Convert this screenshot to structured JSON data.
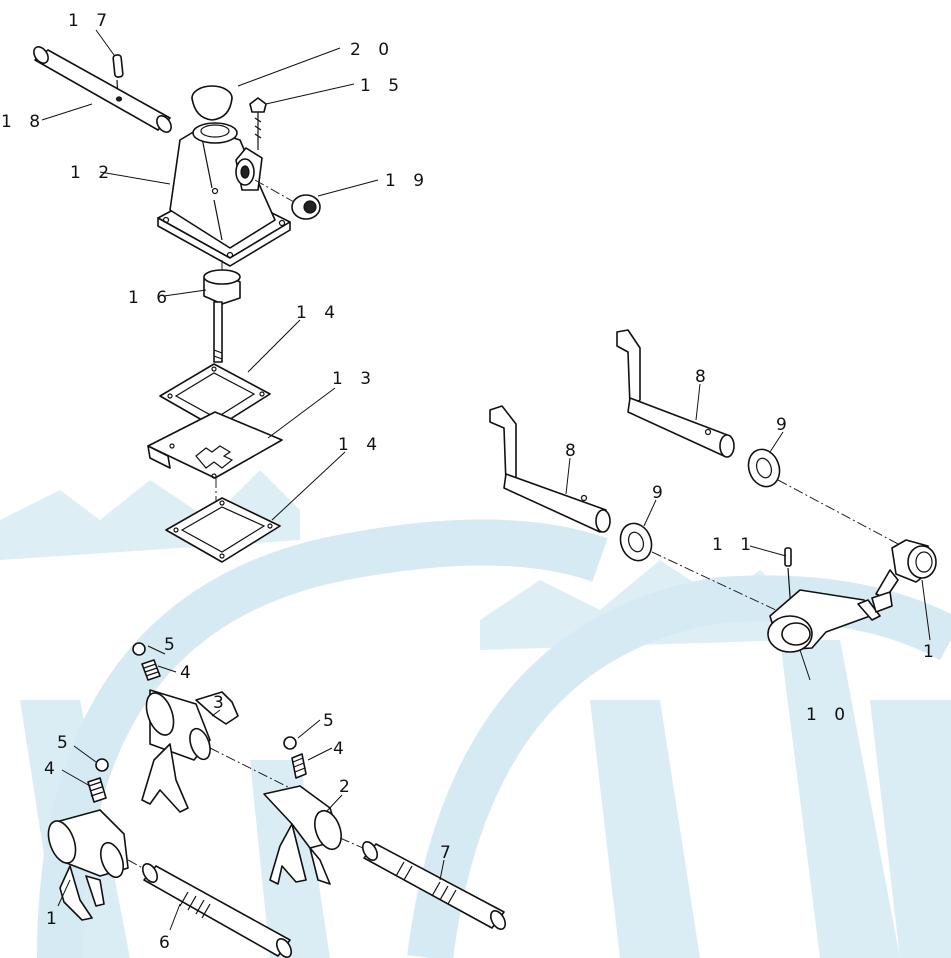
{
  "parts": [
    {
      "id": "p1",
      "label": "1"
    },
    {
      "id": "p2",
      "label": "2"
    },
    {
      "id": "p3",
      "label": "3"
    },
    {
      "id": "p4a",
      "label": "4"
    },
    {
      "id": "p4b",
      "label": "4"
    },
    {
      "id": "p4c",
      "label": "4"
    },
    {
      "id": "p5a",
      "label": "5"
    },
    {
      "id": "p5b",
      "label": "5"
    },
    {
      "id": "p5c",
      "label": "5"
    },
    {
      "id": "p6",
      "label": "6"
    },
    {
      "id": "p7",
      "label": "7"
    },
    {
      "id": "p8a",
      "label": "8"
    },
    {
      "id": "p8b",
      "label": "8"
    },
    {
      "id": "p9a",
      "label": "9"
    },
    {
      "id": "p9b",
      "label": "9"
    },
    {
      "id": "p10a",
      "label": "1 0"
    },
    {
      "id": "p10b",
      "label": "1 0"
    },
    {
      "id": "p11",
      "label": "1 1"
    },
    {
      "id": "p12",
      "label": "1 2"
    },
    {
      "id": "p13",
      "label": "1 3"
    },
    {
      "id": "p14a",
      "label": "1 4"
    },
    {
      "id": "p14b",
      "label": "1 4"
    },
    {
      "id": "p15",
      "label": "1 5"
    },
    {
      "id": "p16",
      "label": "1 6"
    },
    {
      "id": "p17",
      "label": "1 7"
    },
    {
      "id": "p18",
      "label": "1 8"
    },
    {
      "id": "p19",
      "label": "1 9"
    },
    {
      "id": "p20",
      "label": "2 0"
    }
  ]
}
